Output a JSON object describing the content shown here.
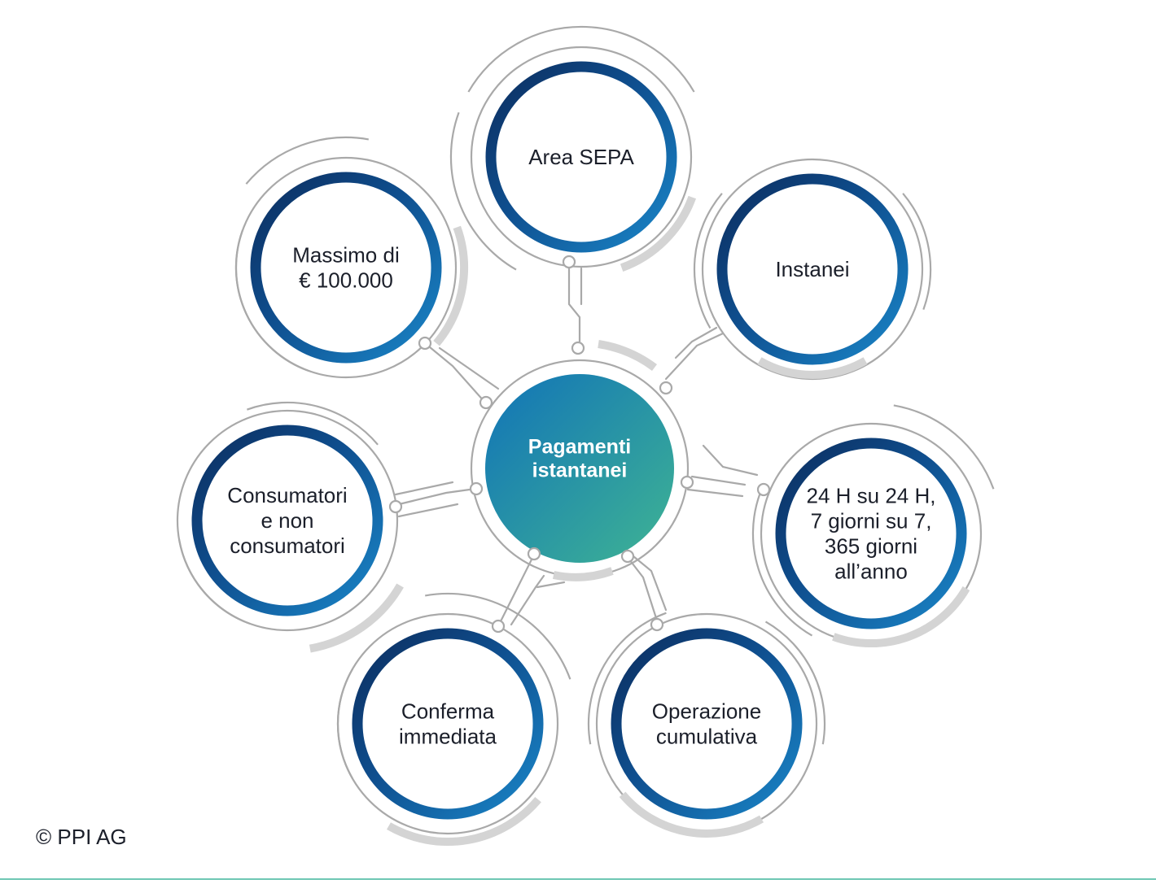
{
  "center": {
    "lines": [
      "Pagamenti",
      "istantanei"
    ]
  },
  "nodes": [
    {
      "id": "area-sepa",
      "lines": [
        "Area SEPA"
      ]
    },
    {
      "id": "instanei",
      "lines": [
        "Instanei"
      ]
    },
    {
      "id": "24h",
      "lines": [
        "24 H su 24 H,",
        "7 giorni su 7,",
        "365 giorni",
        "all’anno"
      ]
    },
    {
      "id": "operazione-cumulativa",
      "lines": [
        "Operazione",
        "cumulativa"
      ]
    },
    {
      "id": "conferma-immediata",
      "lines": [
        "Conferma",
        "immediata"
      ]
    },
    {
      "id": "consumatori",
      "lines": [
        "Consumatori",
        "e non",
        "consumatori"
      ]
    },
    {
      "id": "massimo",
      "lines": [
        "Massimo di",
        "€ 100.000"
      ]
    }
  ],
  "footer": {
    "copyright": "© PPI AG"
  },
  "colors": {
    "ring_dark": "#0c2d5e",
    "ring_light": "#1a82c4",
    "center_start": "#1173b8",
    "center_end": "#3fb493",
    "line_gray": "#a9a9a9",
    "arc_light_gray": "#d4d4d4",
    "bottom_rule": "#6fc7b4"
  }
}
